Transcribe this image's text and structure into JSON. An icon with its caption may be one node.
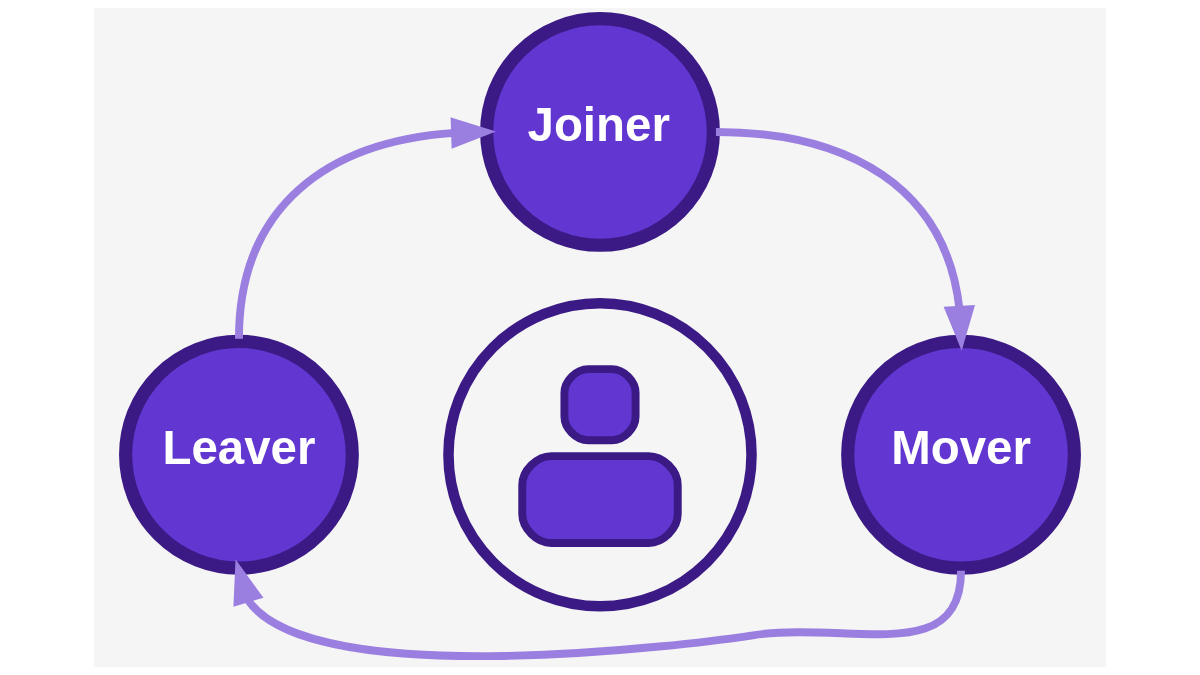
{
  "diagram": {
    "nodes": [
      {
        "text": [
          "Joiner"
        ]
      },
      {
        "text": [],
        "shape": "person"
      },
      {
        "text": [
          "Leaver"
        ]
      },
      {
        "text": [
          "Mover"
        ]
      }
    ],
    "edges": [
      {
        "from": 0,
        "to": 3,
        "arrow": "to"
      },
      {
        "from": 3,
        "to": 2,
        "arrow": "to"
      },
      {
        "from": 2,
        "to": 0,
        "arrow": "to"
      }
    ]
  }
}
